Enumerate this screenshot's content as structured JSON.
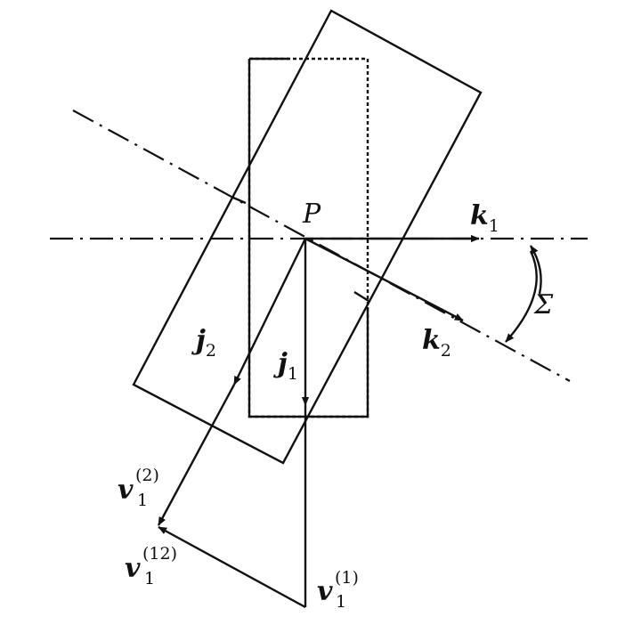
{
  "labels": {
    "P": "P",
    "k1": {
      "base": "k",
      "sub": "1"
    },
    "k2": {
      "base": "k",
      "sub": "2"
    },
    "j1": {
      "base": "j",
      "sub": "1"
    },
    "j2": {
      "base": "j",
      "sub": "2"
    },
    "sigma": "Σ",
    "v1_1": {
      "base": "v",
      "sub": "1",
      "sup": "(1)"
    },
    "v1_2": {
      "base": "v",
      "sub": "1",
      "sup": "(2)"
    },
    "v1_12": {
      "base": "v",
      "sub": "1",
      "sup": "(12)"
    }
  },
  "colors": {
    "ink": "#111111",
    "background": "#ffffff"
  }
}
